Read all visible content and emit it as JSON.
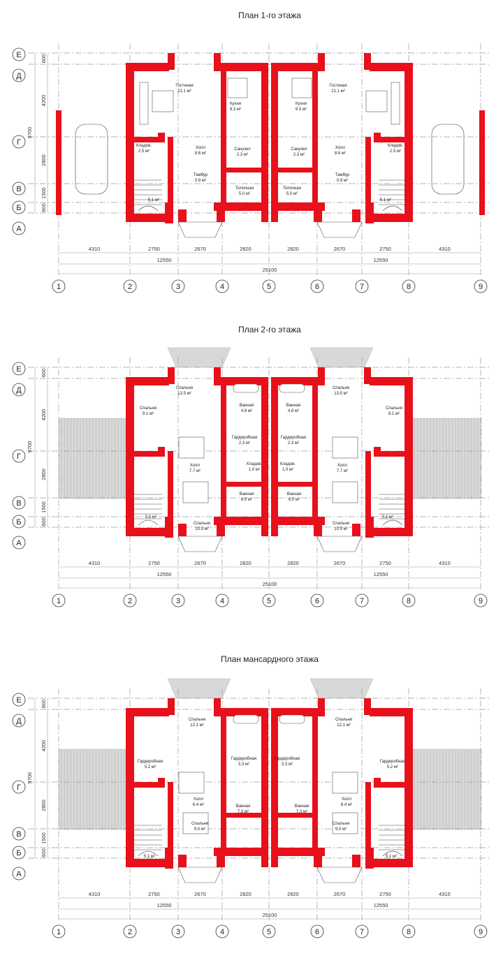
{
  "floors": [
    {
      "title": "План 1-го этажа",
      "rooms": [
        {
          "name": "Гостиная",
          "area": "21.1 м²"
        },
        {
          "name": "Кухня",
          "area": "9.3 м²"
        },
        {
          "name": "Кухня",
          "area": "9.3 м²"
        },
        {
          "name": "Гостиная",
          "area": "21.1 м²"
        },
        {
          "name": "Кладов.",
          "area": "2.5 м²"
        },
        {
          "name": "Холл",
          "area": "8.6 м²"
        },
        {
          "name": "Санузел",
          "area": "2.3 м²"
        },
        {
          "name": "Санузел",
          "area": "2.3 м²"
        },
        {
          "name": "Холл",
          "area": "8.6 м²"
        },
        {
          "name": "Кладов.",
          "area": "2.5 м²"
        },
        {
          "name": "Тамбур",
          "area": "0.9 м²"
        },
        {
          "name": "Топочная",
          "area": "5.0 м²"
        },
        {
          "name": "Топочная",
          "area": "5.0 м²"
        },
        {
          "name": "Тамбур",
          "area": "0.9 м²"
        },
        {
          "name": "",
          "area": "5.1 м²"
        },
        {
          "name": "",
          "area": "5.1 м²"
        }
      ]
    },
    {
      "title": "План 2-го этажа",
      "rooms": [
        {
          "name": "Спальня",
          "area": "13.5 м²"
        },
        {
          "name": "Спальня",
          "area": "13.5 м²"
        },
        {
          "name": "Спальня",
          "area": "9.1 м²"
        },
        {
          "name": "Ванная",
          "area": "4.8 м²"
        },
        {
          "name": "Ванная",
          "area": "4.8 м²"
        },
        {
          "name": "Спальня",
          "area": "9.1 м²"
        },
        {
          "name": "Гардеробная",
          "area": "2.3 м²"
        },
        {
          "name": "Гардеробная",
          "area": "2.3 м²"
        },
        {
          "name": "Холл",
          "area": "7.7 м²"
        },
        {
          "name": "Кладов.",
          "area": "1.0 м²"
        },
        {
          "name": "Кладов.",
          "area": "1.0 м²"
        },
        {
          "name": "Холл",
          "area": "7.7 м²"
        },
        {
          "name": "Ванная",
          "area": "6.0 м²"
        },
        {
          "name": "Ванная",
          "area": "6.0 м²"
        },
        {
          "name": "",
          "area": "5.1 м²"
        },
        {
          "name": "",
          "area": "5.1 м²"
        },
        {
          "name": "Спальня",
          "area": "10.9 м²"
        },
        {
          "name": "Спальня",
          "area": "10.9 м²"
        }
      ]
    },
    {
      "title": "План мансардного этажа",
      "rooms": [
        {
          "name": "Спальня",
          "area": "12.1 м²"
        },
        {
          "name": "Спальня",
          "area": "12.1 м²"
        },
        {
          "name": "Гардеробная",
          "area": "5.2 м²"
        },
        {
          "name": "Гардеробная",
          "area": "3.3 м²"
        },
        {
          "name": "Гардеробная",
          "area": "3.3 м²"
        },
        {
          "name": "Гардеробная",
          "area": "5.2 м²"
        },
        {
          "name": "Холл",
          "area": "6.4 м²"
        },
        {
          "name": "Ванная",
          "area": "7.3 м²"
        },
        {
          "name": "Ванная",
          "area": "7.3 м²"
        },
        {
          "name": "Холл",
          "area": "6.4 м²"
        },
        {
          "name": "Спальня",
          "area": "9.0 м²"
        },
        {
          "name": "Спальня",
          "area": "9.0 м²"
        },
        {
          "name": "",
          "area": "5.1 м²"
        },
        {
          "name": "",
          "area": "5.1 м²"
        }
      ]
    }
  ],
  "axes": {
    "columns": [
      "1",
      "2",
      "3",
      "4",
      "5",
      "6",
      "7",
      "8",
      "9"
    ],
    "rows": [
      "Е",
      "Д",
      "Г",
      "В",
      "Б",
      "А"
    ]
  },
  "dimensions": {
    "spans": [
      "4310",
      "2750",
      "2670",
      "2820",
      "2820",
      "2670",
      "2750",
      "4310"
    ],
    "halves": [
      "12550",
      "12550"
    ],
    "total": "25100",
    "vertical": [
      "600",
      "4200",
      "2800",
      "1500",
      "600"
    ],
    "vertical_total": "9700"
  },
  "colors": {
    "walls": "#e8101a",
    "roof": "#d8d8d8",
    "grid": "#9a9a9a"
  }
}
